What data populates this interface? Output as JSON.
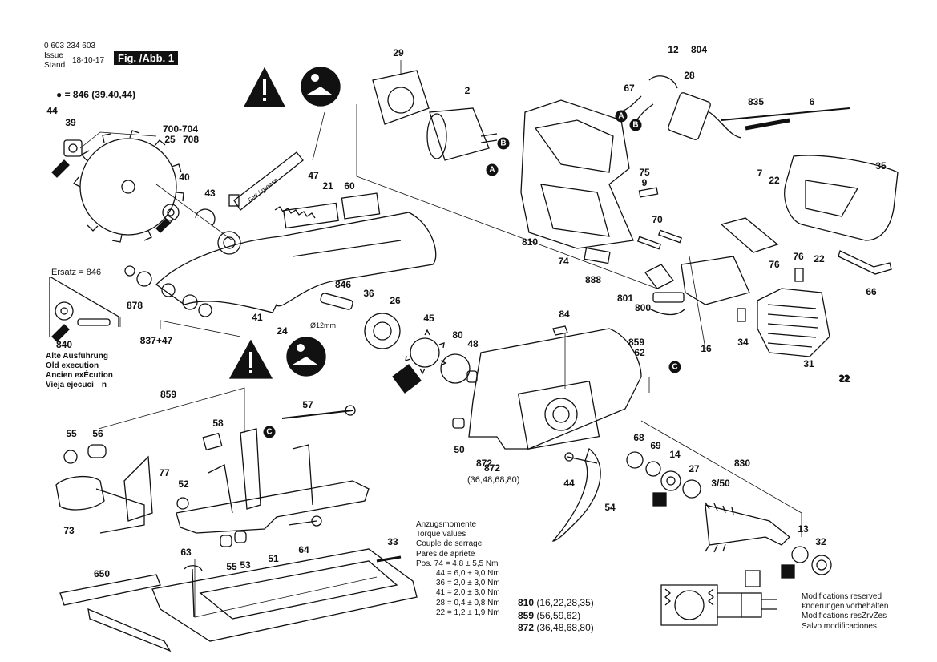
{
  "header": {
    "part_number": "0 603 234 603",
    "issue_label_en": "Issue",
    "issue_label_de": "Stand",
    "issue_date": "18-10-17",
    "figure_label": "Fig. /Abb. 1"
  },
  "legend_note": "= 846 (39,40,44)",
  "ersatz_label": "Ersatz = 846",
  "old_execution": [
    "Alte Ausführung",
    "Old execution",
    "Ancien exÉcution",
    "Vieja ejecuci—n"
  ],
  "tool_label": "Ø12mm",
  "grease_tube_text": "Fett / grease",
  "part_labels": [
    "29",
    "2",
    "12",
    "804",
    "28",
    "67",
    "835",
    "6",
    "44",
    "39",
    "700-704",
    "25",
    "708",
    "40",
    "43",
    "47",
    "21",
    "60",
    "75",
    "9",
    "70",
    "810",
    "74",
    "888",
    "35",
    "22",
    "7",
    "22",
    "846",
    "36",
    "26",
    "45",
    "80",
    "48",
    "84",
    "24",
    "41",
    "878",
    "837+47",
    "840",
    "859",
    "62",
    "801",
    "800",
    "76",
    "34",
    "76",
    "16",
    "31",
    "22",
    "859",
    "57",
    "58",
    "55",
    "56",
    "77",
    "52",
    "73",
    "50",
    "872",
    "44",
    "54",
    "68",
    "69",
    "14",
    "27",
    "3/50",
    "830",
    "13",
    "32",
    "63",
    "51",
    "33",
    "650",
    "55",
    "53",
    "64",
    "66",
    "22"
  ],
  "point_labels": [
    "A",
    "B",
    "A",
    "B",
    "C",
    "C"
  ],
  "torque": {
    "title_lines": [
      "Anzugsmomente",
      "Torque values",
      "Couple de serrage",
      "Pares de apriete"
    ],
    "rows": [
      "Pos. 74 = 4,8 ± 5,5 Nm",
      "44 = 6,0 ± 9,0 Nm",
      "36 = 2,0 ± 3,0 Nm",
      "41 = 2,0 ± 3,0 Nm",
      "28 = 0,4 ± 0,8 Nm",
      "22 = 1,2 ± 1,9 Nm"
    ]
  },
  "sets": [
    {
      "id": "810",
      "parts": "(16,22,28,35)"
    },
    {
      "id": "859",
      "parts": "(56,59,62)"
    },
    {
      "id": "872",
      "parts": "(36,48,68,80)"
    }
  ],
  "set_872_label": {
    "id": "872",
    "parts": "(36,48,68,80)"
  },
  "modifications": [
    "Modifications reserved",
    "€nderungen vorbehalten",
    "Modifications resZrvZes",
    "Salvo modificaciones"
  ],
  "icons": [
    "warning-triangle-icon",
    "read-manual-icon",
    "motor-symbol-icon",
    "bearing-icon"
  ]
}
